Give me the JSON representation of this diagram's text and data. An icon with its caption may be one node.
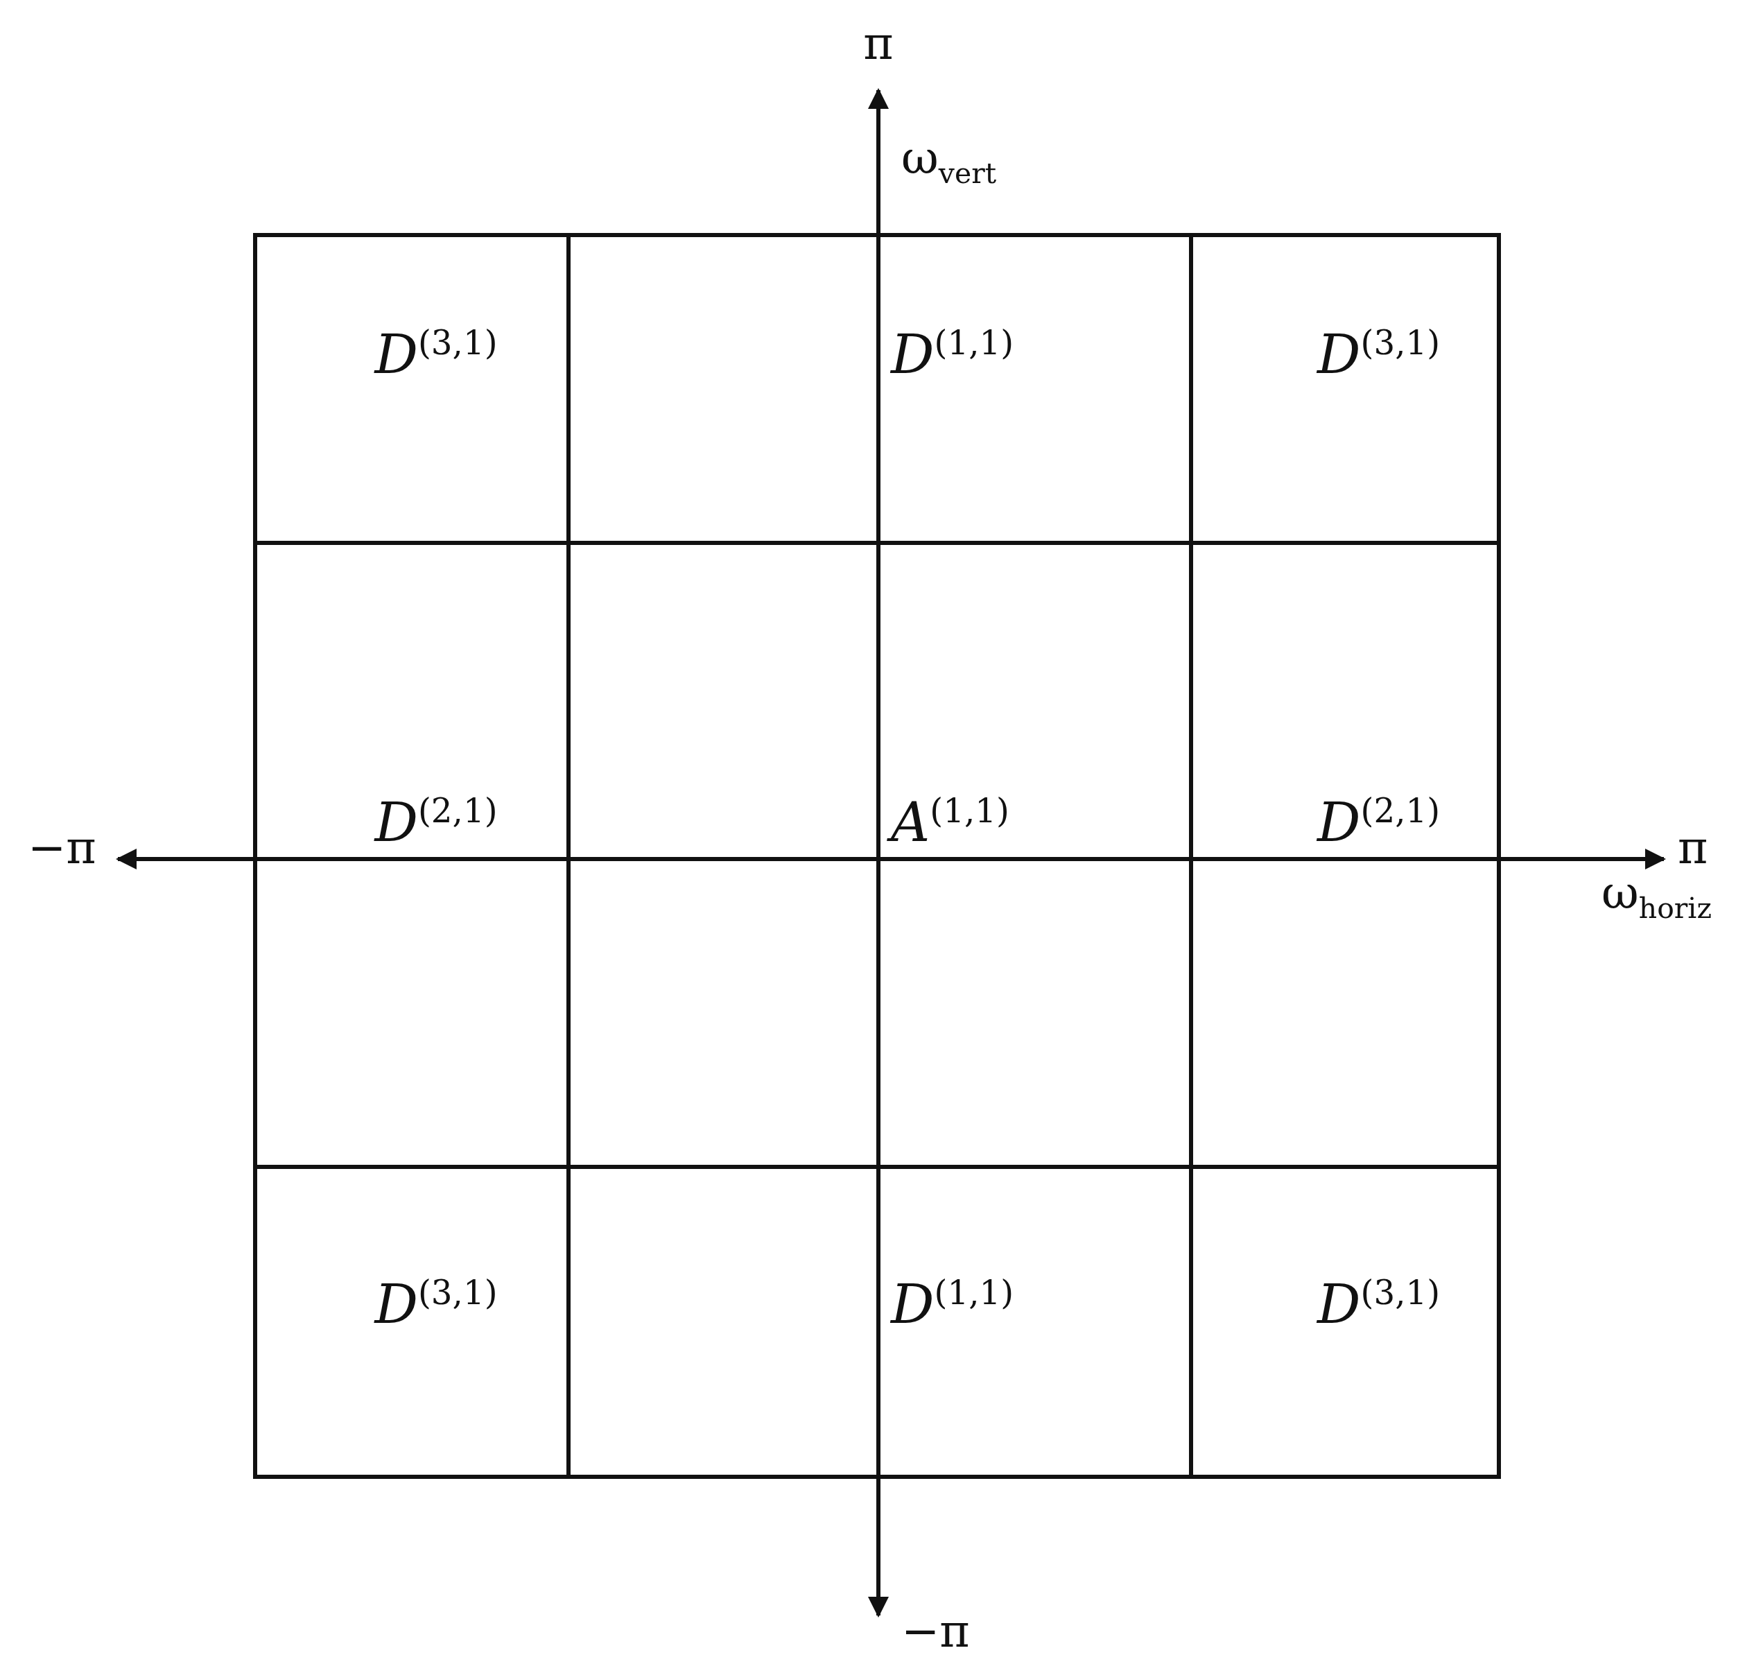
{
  "diagram": {
    "labels": [
      "π",
      "ω$_{vert}$",
      "*D*$^{(3,1)}$",
      "*D*$^{(1,1)}$",
      "*D*$^{(3,1)}$",
      "−π",
      "*D*$^{(2,1)}$",
      "*A*$^{(1,1)}$",
      "*D*$^{(2,1)}$",
      "π",
      "ω$_{horiz}$",
      "*D*$^{(3,1)}$",
      "*D*$^{(1,1)}$",
      "*D*$^{(3,1)}$",
      "−π"
    ]
  }
}
